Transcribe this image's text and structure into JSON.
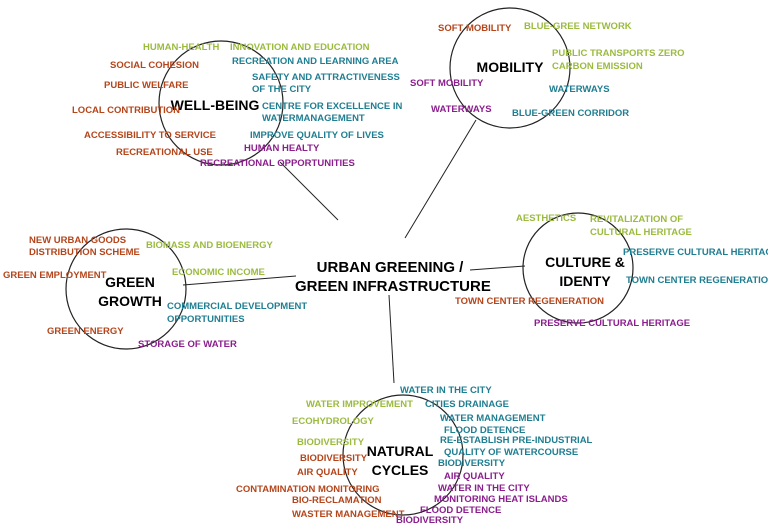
{
  "colors": {
    "orange": "#b5451b",
    "lightgreen": "#9bbb3f",
    "teal": "#1f7e91",
    "purple": "#8b1e8d",
    "line": "#222222"
  },
  "center": {
    "title": "URBAN GREENING /\nGREEN INFRASTRUCTURE"
  },
  "hubs": {
    "wellbeing": {
      "title": "WELL-BEING"
    },
    "mobility": {
      "title": "MOBILITY"
    },
    "growth": {
      "title": "GREEN\nGROWTH"
    },
    "culture": {
      "title": "CULTURE &\nIDENTY"
    },
    "natural": {
      "title": "NATURAL\nCYCLES"
    }
  },
  "labels": {
    "wb1": "HUMAN-HEALTH",
    "wb2": "INNOVATION AND EDUCATION",
    "wb3": "SOCIAL COHESION",
    "wb4": "RECREATION AND LEARNING AREA",
    "wb5": "SAFETY AND ATTRACTIVENESS",
    "wb6": "OF THE CITY",
    "wb7": "PUBLIC WELFARE",
    "wb8": "CENTRE FOR EXCELLENCE IN",
    "wb9": "WATERMANAGEMENT",
    "wb10": "LOCAL CONTRIBUTION",
    "wb11": "ACCESSIBILITY TO SERVICE",
    "wb12": "IMPROVE QUALITY OF LIVES",
    "wb13": "HUMAN HEALTY",
    "wb14": "RECREATIONAL USE",
    "wb15": "RECREATIONAL OPPORTUNITIES",
    "mo1": "SOFT MOBILITY",
    "mo2": "BLUE-GREE NETWORK",
    "mo3": "PUBLIC TRANSPORTS ZERO",
    "mo4": "CARBON EMISSION",
    "mo5": "SOFT MOBILITY",
    "mo6": "WATERWAYS",
    "mo7": "WATERWAYS",
    "mo8": "BLUE-GREEN CORRIDOR",
    "gg1": "NEW URBAN GOODS",
    "gg2": "DISTRIBUTION SCHEME",
    "gg3": "BIOMASS AND BIOENERGY",
    "gg4": "GREEN EMPLOYMENT",
    "gg5": "ECONOMIC INCOME",
    "gg6": "COMMERCIAL DEVELOPMENT",
    "gg7": "OPPORTUNITIES",
    "gg8": "GREEN ENERGY",
    "gg9": "STORAGE OF WATER",
    "cu1": "AESTHETICS",
    "cu2": "REVITALIZATION OF",
    "cu3": "CULTURAL HERITAGE",
    "cu4": "PRESERVE CULTURAL HERITAGE",
    "cu5": "TOWN CENTER REGENERATION",
    "cu6": "TOWN CENTER REGENERATION",
    "cu7": "PRESERVE CULTURAL HERITAGE",
    "nc1": "WATER IN THE CITY",
    "nc2": "WATER IMPROVEMENT",
    "nc3": "CITIES DRAINAGE",
    "nc4": "ECOHYDROLOGY",
    "nc5": "WATER MANAGEMENT",
    "nc6": "FLOOD DETENCE",
    "nc7": "BIODIVERSITY",
    "nc8": "RE-ESTABLISH PRE-INDUSTRIAL",
    "nc9": "QUALITY OF WATERCOURSE",
    "nc10": "BIODIVERSITY",
    "nc11": "BIODIVERSITY",
    "nc12": "AIR QUALITY",
    "nc13": "AIR QUALITY",
    "nc14": "WATER IN THE CITY",
    "nc15": "CONTAMINATION MONITORING",
    "nc16": "BIO-RECLAMATION",
    "nc17": "MONITORING HEAT ISLANDS",
    "nc18": "FLOOD DETENCE",
    "nc19": "WASTER MANAGEMENT",
    "nc20": "BIODIVERSITY"
  }
}
